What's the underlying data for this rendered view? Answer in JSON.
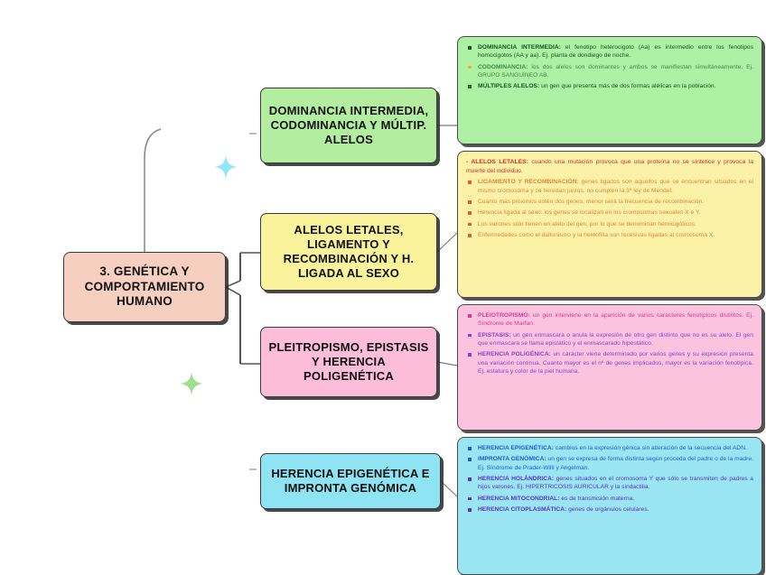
{
  "map": {
    "central": {
      "label": "3. GENÉTICA Y COMPORTAMIENTO HUMANO",
      "color": "#f7cfc0"
    },
    "branches": [
      {
        "id": "branch-1",
        "label": "DOMINANCIA INTERMEDIA, CODOMINANCIA Y MÚLTIP. ALELOS",
        "color": "#b2eda0"
      },
      {
        "id": "branch-2",
        "label": "ALELOS LETALES, LIGAMENTO Y RECOMBINACIÓN Y H. LIGADA AL SEXO",
        "color": "#fbf29c"
      },
      {
        "id": "branch-3",
        "label": "PLEITROPISMO, EPISTASIS Y HERENCIA POLIGENÉTICA",
        "color": "#fbbdd8"
      },
      {
        "id": "branch-4",
        "label": "HERENCIA EPIGENÉTICA E IMPRONTA GENÓMICA",
        "color": "#8fe4f3"
      }
    ]
  },
  "panels": [
    {
      "id": "panel-1",
      "color": "#aef0a4",
      "items": [
        {
          "bullet": "dark",
          "bold": "DOMINANCIA INTERMEDIA:",
          "text": " el fenotipo heterocigoto (Aa) es intermedio entre los fenotipos homocigotos (AA y aa). Ej. planta de dondiego de noche."
        },
        {
          "bullet": "yellow",
          "bold": "CODOMINANCIA:",
          "text": " los dos alelos son dominantes y ambos se manifiestan simultáneamente. Ej. GRUPO SANGUÍNEO AB."
        },
        {
          "bullet": "green",
          "bold": "MÚLTIPLES ALELOS:",
          "text": " un gen que presenta más de dos formas alélicas en la población."
        }
      ]
    },
    {
      "id": "panel-2",
      "color": "#fbf2a8",
      "lead_bold": "- ALELOS LETALES:",
      "lead_text": " cuando una mutación provoca que una proteína no se sintetice y provoca la muerte del individuo.",
      "items": [
        {
          "bold": "LIGAMIENTO Y RECOMBINACIÓN:",
          "text": " genes ligados son aquellos que se encuentran situados en el mismo cromosoma y se heredan juntos, no cumplen la 3ª ley de Mendel."
        },
        {
          "bold": "",
          "text": "Cuanto más próximos estén dos genes, menor será la frecuencia de recombinación."
        },
        {
          "bold": "",
          "text": "Herencia ligada al sexo: los genes se localizan en los cromosomas sexuales X e Y."
        },
        {
          "bold": "",
          "text": "Los varones sólo tienen un alelo del gen, por lo que se denominan hemicigóticos."
        },
        {
          "bold": "",
          "text": "Enfermedades como el daltonismo y la hemofilia son recesivas ligadas al cromosoma X."
        }
      ]
    },
    {
      "id": "panel-3",
      "color": "#fcc3de",
      "items": [
        {
          "bullet": "magenta",
          "bold": "PLEIOTROPISMO:",
          "text": " un gen interviene en la aparición de varios caracteres fenotípicos distintos. Ej. Síndrome de Marfan."
        },
        {
          "bullet": "purple",
          "bold": "EPISTASIS:",
          "text": " un gen enmascara o anula la expresión de otro gen distinto que no es su alelo. El gen que enmascara se llama epistático y el enmascarado hipostático."
        },
        {
          "bullet": "purple",
          "bold": "HERENCIA POLIGÉNICA:",
          "text": " un carácter viene determinado por varios genes y su expresión presenta una variación continua. Cuanto mayor es el nº de genes implicados, mayor es la variación fenotípica. Ej. estatura y color de la piel humana."
        }
      ]
    },
    {
      "id": "panel-4",
      "color": "#9ae5f2",
      "items": [
        {
          "bullet": "blue",
          "bold": "HERENCIA EPIGENÉTICA:",
          "text": " cambios en la expresión génica sin alteración de la secuencia del ADN."
        },
        {
          "bullet": "blue",
          "bold": "IMPRONTA GENÓMICA:",
          "text": " un gen se expresa de forma distinta según proceda del padre o de la madre. Ej. Síndrome de Prader-Willi y Angelman."
        },
        {
          "bullet": "violet",
          "bold": "HERENCIA HOLÁNDRICA:",
          "text": " genes situados en el cromosoma Y que sólo se transmiten de padres a hijos varones. Ej. HIPERTRICOSIS AURICULAR y la sindactilia."
        },
        {
          "bullet": "violet",
          "bold": "HERENCIA MITOCONDRIAL:",
          "text": " es de transmisión materna."
        },
        {
          "bullet": "violet",
          "bold": "HERENCIA CITOPLASMÁTICA:",
          "text": " genes de orgánulos celulares."
        }
      ]
    }
  ],
  "decorations": [
    {
      "name": "sparkle-cyan",
      "color": "#8fe7fb"
    },
    {
      "name": "sparkle-green",
      "color": "#9ee08b"
    }
  ]
}
